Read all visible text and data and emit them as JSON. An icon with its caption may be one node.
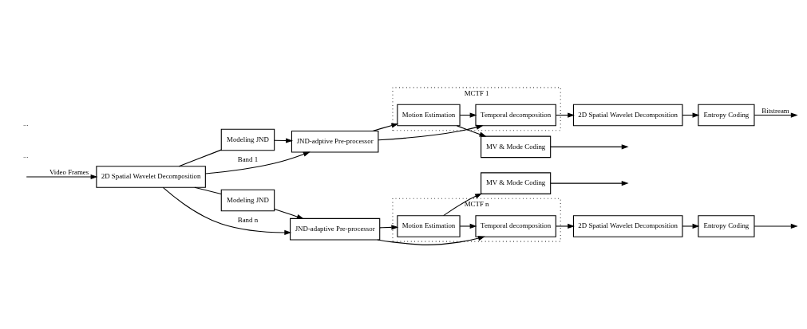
{
  "diagram": {
    "nodes": [
      {
        "text": [
          "2D Spatial Wavelet Decomposition"
        ]
      },
      {
        "text": [
          "Modeling JND"
        ]
      },
      {
        "text": [
          "JND-adptive Pre-processor"
        ]
      },
      {
        "text": [
          "MCTF 1"
        ]
      },
      {
        "text": [
          "Temporal decomposition"
        ],
        "in": 3
      },
      {
        "text": [
          "Motion Estimation"
        ],
        "in": 3
      },
      {
        "text": [
          "2D Spatial Wavelet Decomposition"
        ]
      },
      {
        "text": [
          "Entropy Coding"
        ]
      },
      {
        "text": [
          "MV & Mode Coding"
        ]
      },
      {
        "text": [
          "Modeling JND"
        ]
      },
      {
        "text": [
          "JND-adaptive Pre-processor"
        ]
      },
      {
        "text": [
          "MCTF n"
        ]
      },
      {
        "text": [
          "Temporal decomposition"
        ],
        "in": 11
      },
      {
        "text": [
          "Motion Estimation"
        ],
        "in": 11
      },
      {
        "text": [
          "2D Spatial Wavelet Decomposition"
        ]
      },
      {
        "text": [
          "Entropy Coding"
        ]
      },
      {
        "text": [
          "MV & Mode Coding"
        ]
      }
    ],
    "edges": [
      {
        "from": null,
        "to": 0,
        "arrow": "to",
        "label": "Video Frames"
      },
      {
        "from": 0,
        "to": 2,
        "arrow": "to",
        "label": "Band 1"
      },
      {
        "from": 0,
        "to": 1,
        "arrow": "none"
      },
      {
        "from": 1,
        "to": 2,
        "arrow": "to"
      },
      {
        "from": 2,
        "to": 4,
        "arrow": "to"
      },
      {
        "from": 2,
        "to": 5,
        "arrow": "to"
      },
      {
        "from": 5,
        "to": 4,
        "arrow": "to"
      },
      {
        "from": 4,
        "to": 6,
        "arrow": "to"
      },
      {
        "from": 6,
        "to": 7,
        "arrow": "to"
      },
      {
        "from": 5,
        "to": 8,
        "arrow": "to"
      },
      {
        "from": 7,
        "to": null,
        "arrow": "to",
        "label": "Bitstream"
      },
      {
        "from": 8,
        "to": null,
        "arrow": "to"
      },
      {
        "from": 0,
        "to": 10,
        "arrow": "to",
        "label": "Band n"
      },
      {
        "from": 0,
        "to": 9,
        "arrow": "none"
      },
      {
        "from": 9,
        "to": 10,
        "arrow": "to"
      },
      {
        "from": 10,
        "to": 12,
        "arrow": "to"
      },
      {
        "from": 10,
        "to": 13,
        "arrow": "to"
      },
      {
        "from": 13,
        "to": 12,
        "arrow": "to"
      },
      {
        "from": 12,
        "to": 14,
        "arrow": "to"
      },
      {
        "from": 14,
        "to": 15,
        "arrow": "to"
      },
      {
        "from": 13,
        "to": 16,
        "arrow": "to"
      },
      {
        "from": 15,
        "to": null,
        "arrow": "to"
      },
      {
        "from": 16,
        "to": null,
        "arrow": "to"
      }
    ],
    "labels": [
      "...",
      "..."
    ]
  }
}
